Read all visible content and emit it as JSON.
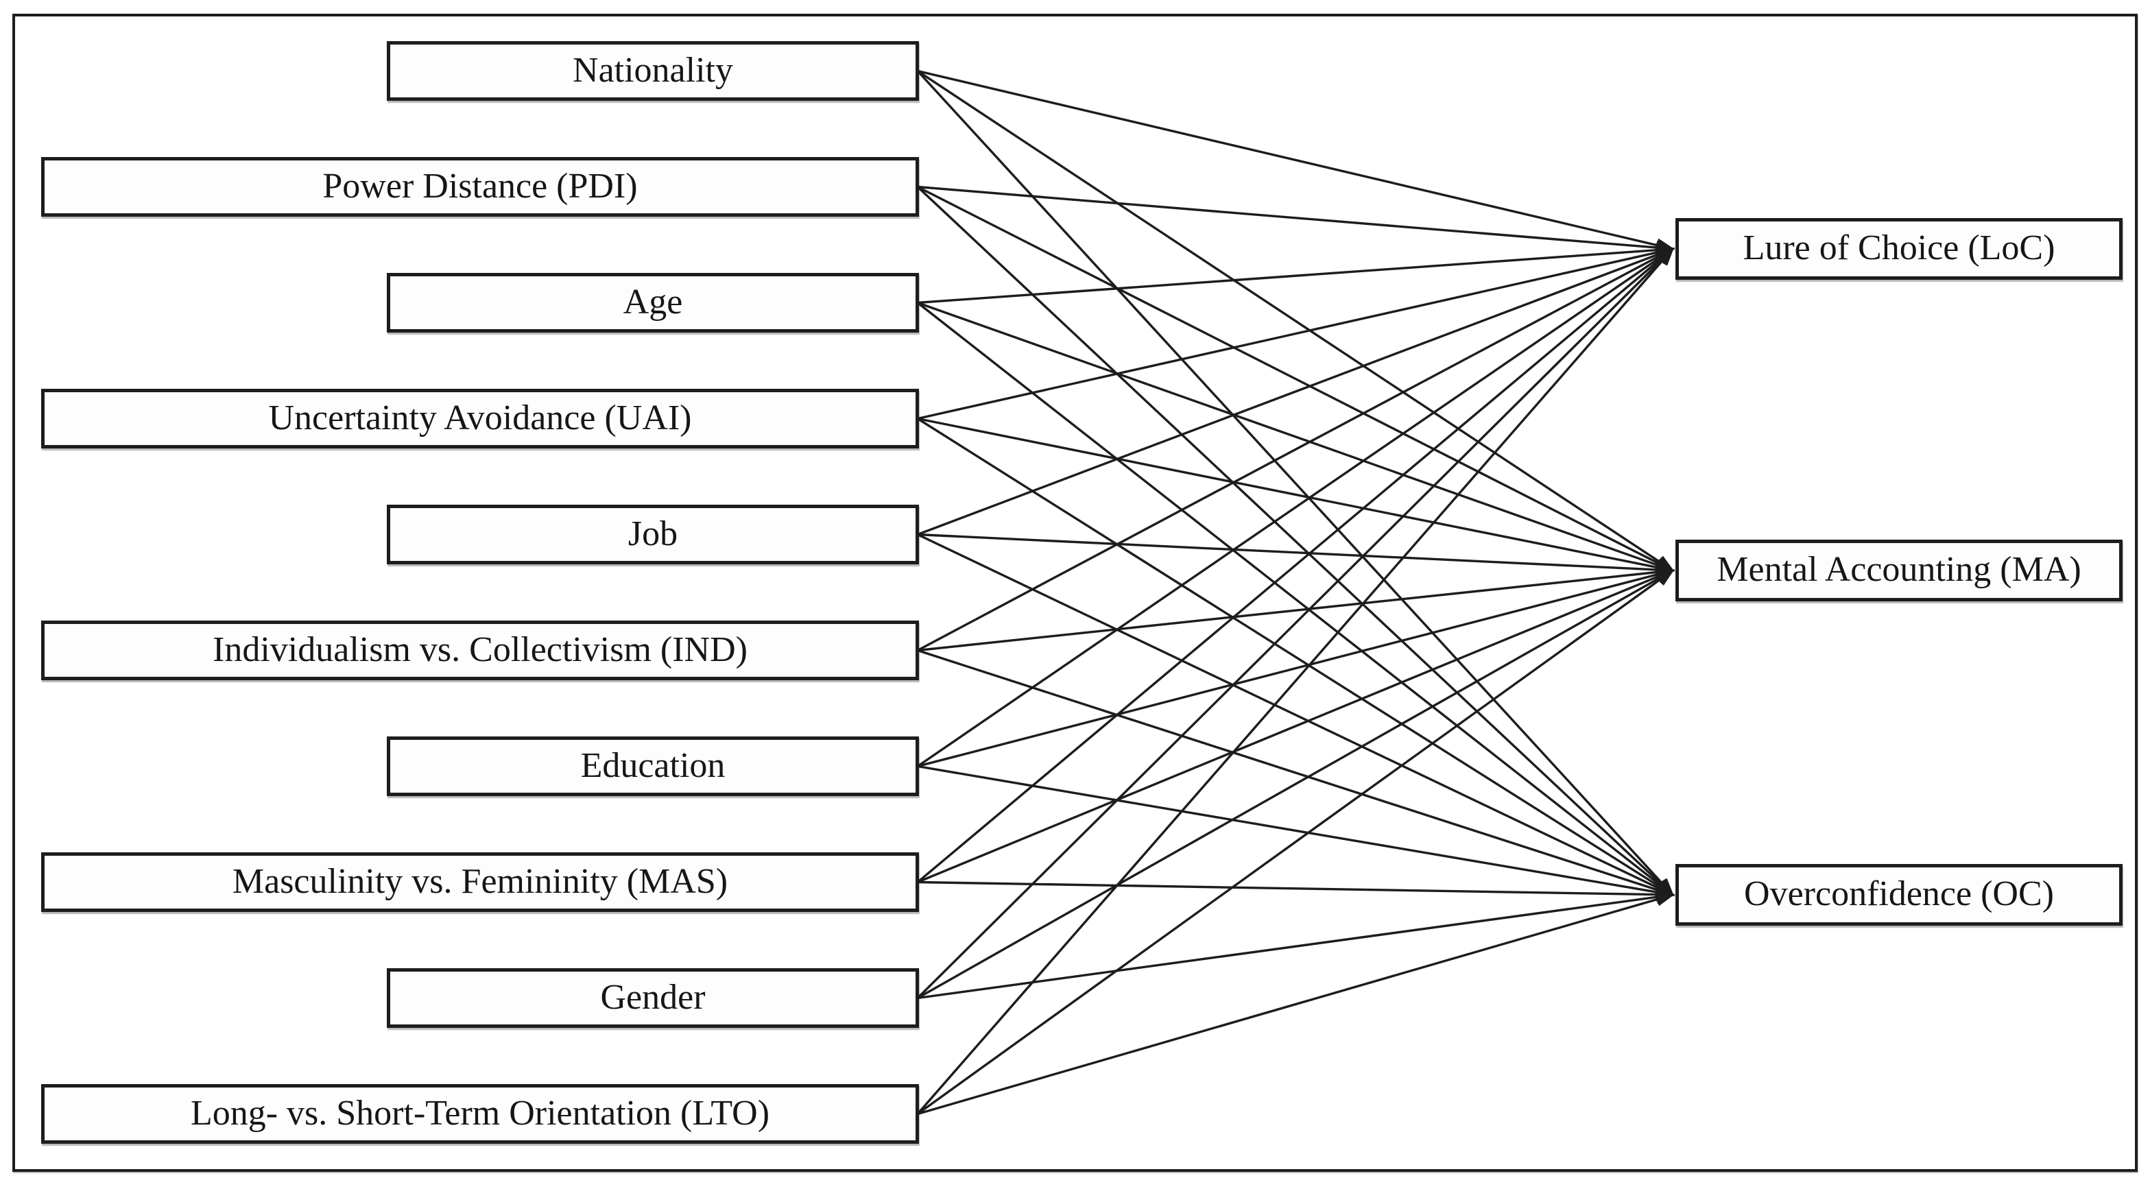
{
  "figure": {
    "type": "path-diagram",
    "description": "Full-mesh path model: ten predictor boxes on the left each point to three outcome boxes on the right",
    "colors": {
      "background": "#ffffff",
      "line": "#1d1d1d",
      "box_border": "#1d1d1d",
      "box_fill": "#fdfdfd",
      "text": "#161616"
    },
    "arrowheads": "filled triangle at target end"
  },
  "nodes": {
    "left": [
      {
        "id": "nationality",
        "label": "Nationality"
      },
      {
        "id": "pdi",
        "label": "Power Distance (PDI)"
      },
      {
        "id": "age",
        "label": "Age"
      },
      {
        "id": "uai",
        "label": "Uncertainty Avoidance (UAI)"
      },
      {
        "id": "job",
        "label": "Job"
      },
      {
        "id": "ind",
        "label": "Individualism vs. Collectivism (IND)"
      },
      {
        "id": "education",
        "label": "Education"
      },
      {
        "id": "mas",
        "label": "Masculinity vs. Femininity (MAS)"
      },
      {
        "id": "gender",
        "label": "Gender"
      },
      {
        "id": "lto",
        "label": "Long- vs. Short-Term Orientation (LTO)"
      }
    ],
    "right": [
      {
        "id": "loc",
        "label": "Lure of Choice (LoC)"
      },
      {
        "id": "ma",
        "label": "Mental Accounting (MA)"
      },
      {
        "id": "oc",
        "label": "Overconfidence (OC)"
      }
    ]
  },
  "edges": [
    {
      "from": "nationality",
      "to": "loc"
    },
    {
      "from": "nationality",
      "to": "ma"
    },
    {
      "from": "nationality",
      "to": "oc"
    },
    {
      "from": "pdi",
      "to": "loc"
    },
    {
      "from": "pdi",
      "to": "ma"
    },
    {
      "from": "pdi",
      "to": "oc"
    },
    {
      "from": "age",
      "to": "loc"
    },
    {
      "from": "age",
      "to": "ma"
    },
    {
      "from": "age",
      "to": "oc"
    },
    {
      "from": "uai",
      "to": "loc"
    },
    {
      "from": "uai",
      "to": "ma"
    },
    {
      "from": "uai",
      "to": "oc"
    },
    {
      "from": "job",
      "to": "loc"
    },
    {
      "from": "job",
      "to": "ma"
    },
    {
      "from": "job",
      "to": "oc"
    },
    {
      "from": "ind",
      "to": "loc"
    },
    {
      "from": "ind",
      "to": "ma"
    },
    {
      "from": "ind",
      "to": "oc"
    },
    {
      "from": "education",
      "to": "loc"
    },
    {
      "from": "education",
      "to": "ma"
    },
    {
      "from": "education",
      "to": "oc"
    },
    {
      "from": "mas",
      "to": "loc"
    },
    {
      "from": "mas",
      "to": "ma"
    },
    {
      "from": "mas",
      "to": "oc"
    },
    {
      "from": "gender",
      "to": "loc"
    },
    {
      "from": "gender",
      "to": "ma"
    },
    {
      "from": "gender",
      "to": "oc"
    },
    {
      "from": "lto",
      "to": "loc"
    },
    {
      "from": "lto",
      "to": "ma"
    },
    {
      "from": "lto",
      "to": "oc"
    }
  ]
}
